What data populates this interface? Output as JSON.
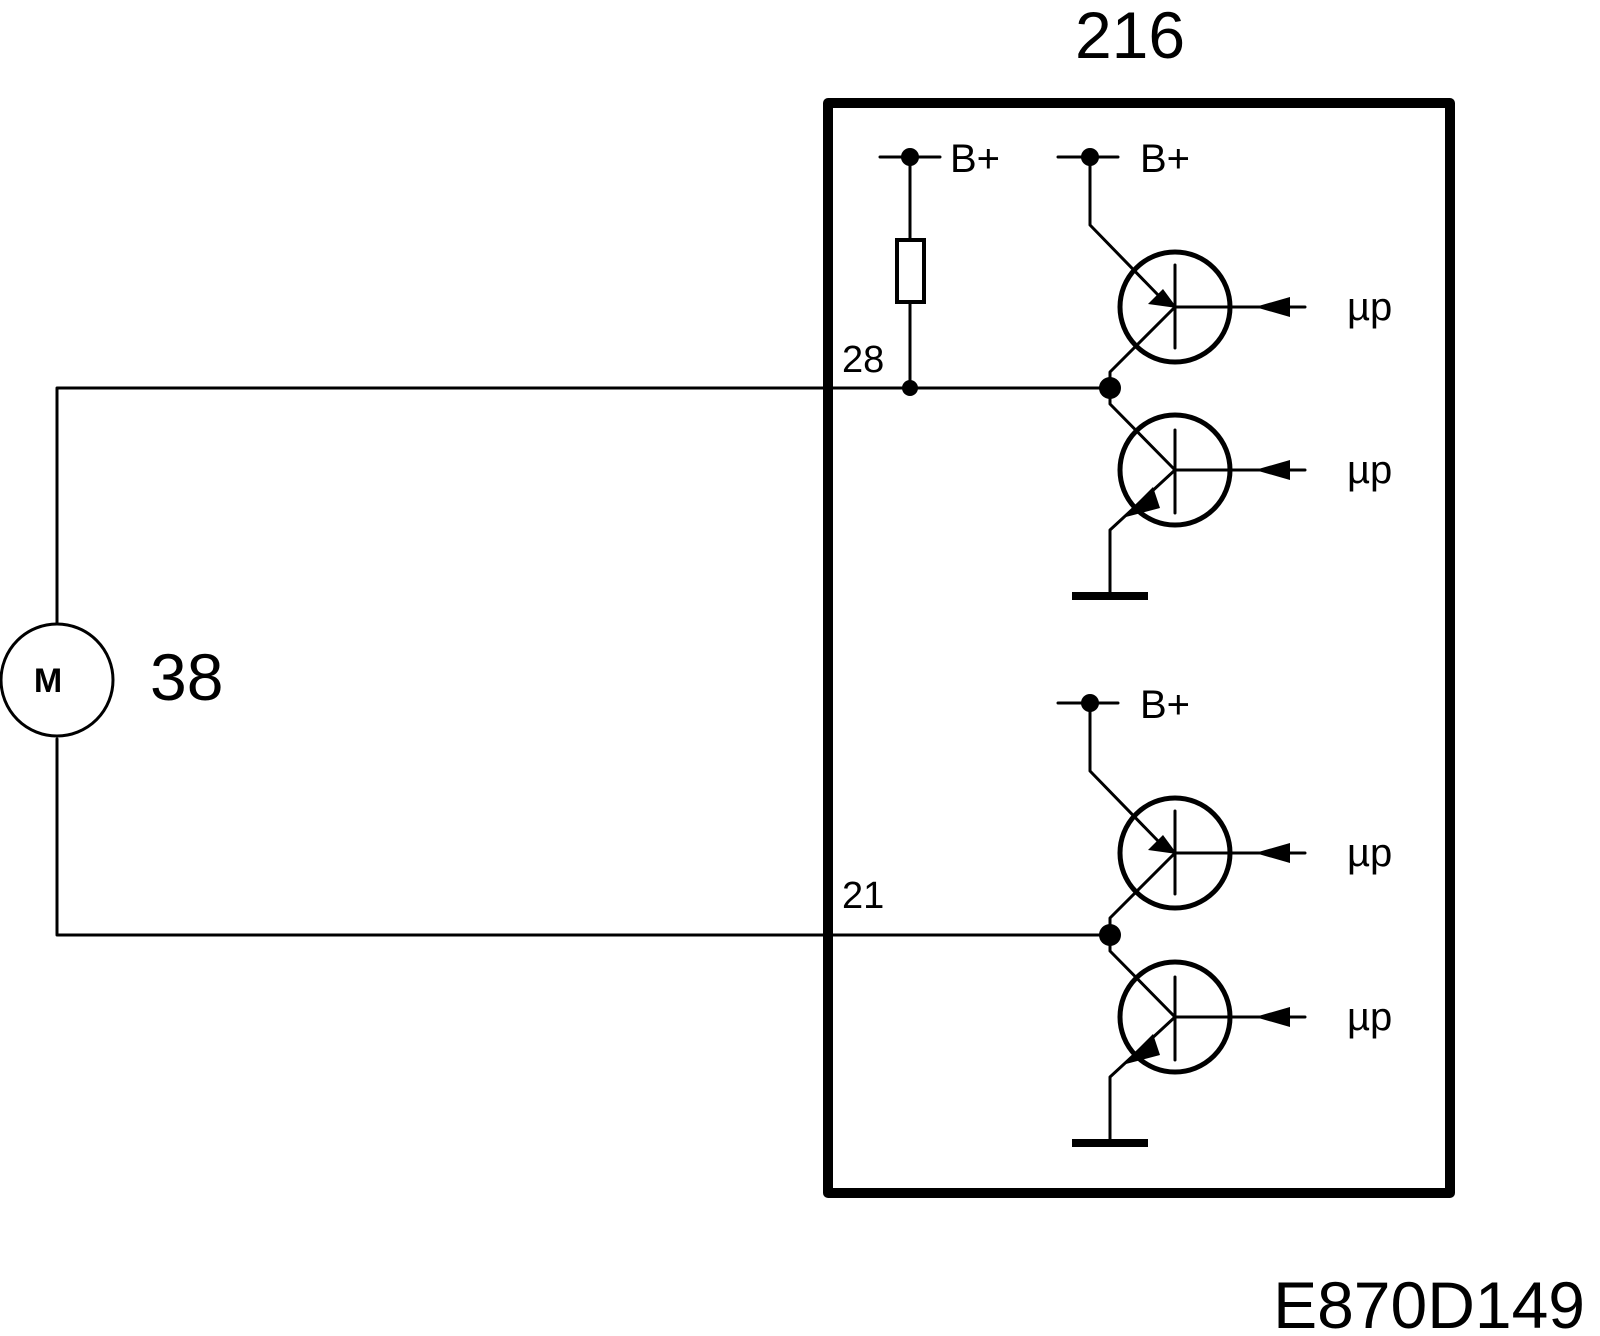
{
  "labels": {
    "module_id": "216",
    "motor_id": "38",
    "motor_letter": "M",
    "pin_top": "28",
    "pin_bottom": "21",
    "supply": "B+",
    "control": "µp",
    "figure_code": "E870D149"
  }
}
